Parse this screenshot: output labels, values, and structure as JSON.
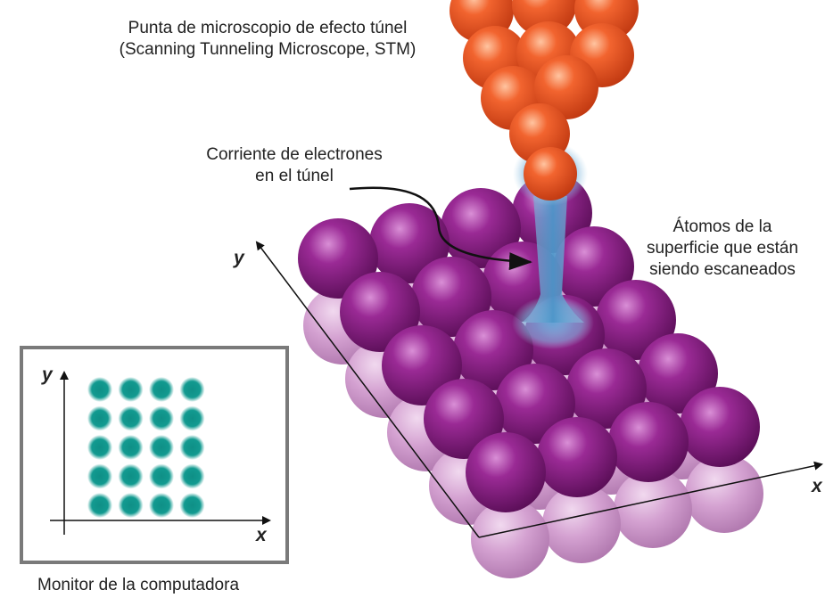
{
  "labels": {
    "stm_line1": "Punta de microscopio de efecto túnel",
    "stm_line2": "(Scanning Tunneling Microscope, STM)",
    "current_line1": "Corriente de electrones",
    "current_line2": "en el túnel",
    "surface_line1": "Átomos de la",
    "surface_line2": "superficie que están",
    "surface_line3": "siendo escaneados",
    "monitor_caption": "Monitor de la computadora",
    "axis_y_3d": "y",
    "axis_x_3d": "x",
    "axis_y_monitor": "y",
    "axis_x_monitor": "x"
  },
  "colors": {
    "tip_atom": "#ef5a2a",
    "surface_atom": "#8b1d86",
    "lower_atom": "#c98cc6",
    "tunnel_current": "#6fa6c8",
    "monitor_dot": "#0f8f86",
    "monitor_frame": "#7a7a7a"
  },
  "monitor": {
    "dot_columns": 4,
    "dot_rows": 5
  }
}
